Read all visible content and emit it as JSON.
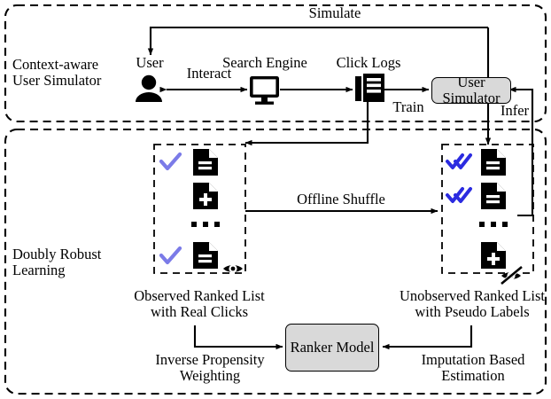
{
  "diagram": {
    "title_hidden": "",
    "sections": [
      {
        "id": "context-aware-user-simulator",
        "label": "Context-aware\nUser Simulator"
      },
      {
        "id": "doubly-robust-learning",
        "label": "Doubly Robust\nLearning"
      }
    ],
    "nodes": {
      "user": {
        "label": "User",
        "icon": "user-icon"
      },
      "search_engine": {
        "label": "Search Engine",
        "icon": "monitor-icon"
      },
      "click_logs": {
        "label": "Click Logs",
        "icon": "click-logs-icon"
      },
      "user_simulator": {
        "label": "User Simulator"
      },
      "ranker_model": {
        "label": "Ranker\nModel"
      }
    },
    "edges": {
      "simulate": "Simulate",
      "interact": "Interact",
      "train": "Train",
      "infer": "Infer",
      "offline_shuffle": "Offline Shuffle",
      "inverse_propensity": "Inverse Propensity\nWeighting",
      "imputation": "Imputation Based\nEstimation"
    },
    "lists": {
      "observed": {
        "caption": "Observed Ranked List\nwith Real Clicks",
        "visibility_icon": "eye-icon",
        "rows": [
          {
            "mark": "single-check",
            "doc": "doc-lines-icon"
          },
          {
            "mark": "none",
            "doc": "doc-plus-icon"
          },
          {
            "mark": "ellipsis",
            "doc": "ellipsis"
          },
          {
            "mark": "single-check",
            "doc": "doc-lines-icon"
          }
        ]
      },
      "unobserved": {
        "caption": "Unobserved Ranked List\nwith Pseudo Labels",
        "visibility_icon": "eye-off-icon",
        "rows": [
          {
            "mark": "double-check",
            "doc": "doc-lines-icon"
          },
          {
            "mark": "double-check",
            "doc": "doc-lines-icon"
          },
          {
            "mark": "ellipsis",
            "doc": "ellipsis"
          },
          {
            "mark": "none",
            "doc": "doc-plus-icon"
          }
        ]
      }
    },
    "colors": {
      "check_light": "#7B7BE8",
      "check_strong": "#2B2BE0",
      "box_fill": "#d9d9d9",
      "stroke": "#000000"
    }
  }
}
